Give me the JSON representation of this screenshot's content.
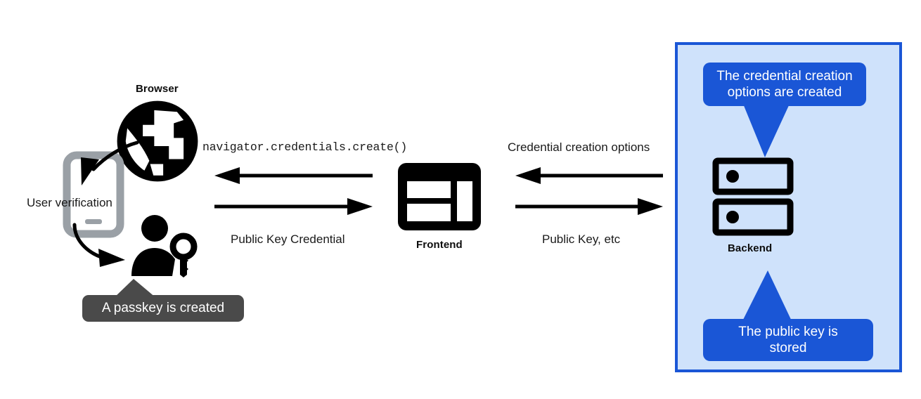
{
  "diagram": {
    "title_visible": false,
    "background": "#ffffff",
    "accent_blue": "#1a56d6",
    "panel_fill": "#cfe2fb",
    "tooltip_gray": "#4a4a4a",
    "icon_black": "#000000",
    "device_gray": "#9aa0a6"
  },
  "browser": {
    "label": "Browser",
    "icon": "globe-icon"
  },
  "device": {
    "icon": "smartphone-icon",
    "annotation": "User verification",
    "arrow_from_browser": "curved-arrow-browser-to-device",
    "arrow_to_user": "curved-arrow-device-to-user"
  },
  "user": {
    "icon": "person-with-key-icon",
    "callout": "A passkey is created"
  },
  "frontend": {
    "label": "Frontend",
    "icon": "layout-window-icon"
  },
  "backend": {
    "label": "Backend",
    "icon": "server-stack-icon",
    "callout_top": "The credential creation options are created",
    "callout_top_lines": [
      "The credential creation",
      "options are created"
    ],
    "callout_bottom": "The public key is stored",
    "callout_bottom_lines": [
      "The public key is",
      "stored"
    ]
  },
  "flows": {
    "browser_frontend": {
      "inbound_label": "navigator.credentials.create()",
      "inbound_direction": "left",
      "outbound_label": "Public Key Credential",
      "outbound_direction": "right"
    },
    "frontend_backend": {
      "inbound_label": "Credential creation options",
      "inbound_direction": "left",
      "outbound_label": "Public Key, etc",
      "outbound_direction": "right"
    }
  }
}
